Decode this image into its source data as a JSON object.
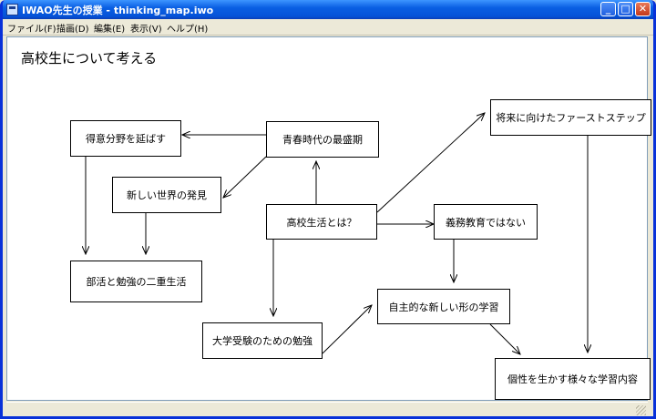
{
  "window": {
    "title": "IWAO先生の授業 - thinking_map.iwo",
    "minimize_glyph": "_",
    "maximize_glyph": "□",
    "close_glyph": "✕"
  },
  "menu": [
    {
      "label": "ファイル(F)"
    },
    {
      "label": "描画(D)"
    },
    {
      "label": "編集(E)"
    },
    {
      "label": "表示(V)"
    },
    {
      "label": "ヘルプ(H)"
    }
  ],
  "canvas": {
    "title": "高校生について考える",
    "nodes": [
      {
        "id": "n1",
        "label": "得意分野を延ばす"
      },
      {
        "id": "n2",
        "label": "青春時代の最盛期"
      },
      {
        "id": "n3",
        "label": "将来に向けたファーストステップ"
      },
      {
        "id": "n4",
        "label": "新しい世界の発見"
      },
      {
        "id": "n5",
        "label": "高校生活とは？"
      },
      {
        "id": "n6",
        "label": "義務教育ではない"
      },
      {
        "id": "n7",
        "label": "部活と勉強の二重生活"
      },
      {
        "id": "n8",
        "label": "自主的な新しい形の学習"
      },
      {
        "id": "n9",
        "label": "大学受験のための勉強"
      },
      {
        "id": "n10",
        "label": "個性を生かす様々な学習内容"
      }
    ]
  },
  "colors": {
    "titlebar": "#0a5fe3",
    "window_border": "#0831d9",
    "canvas_bg": "#ffffff",
    "chrome": "#ece9d8"
  },
  "icons": {
    "app": "app-window-icon",
    "minimize": "minimize-icon",
    "maximize": "maximize-icon",
    "close": "close-icon"
  }
}
